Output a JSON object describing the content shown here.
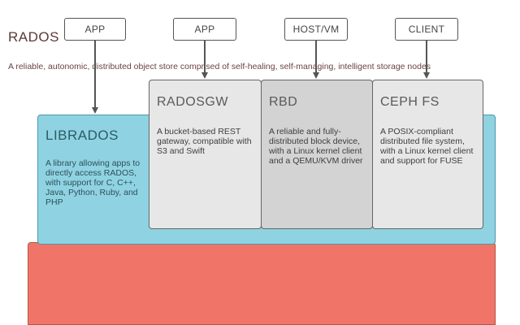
{
  "clients": {
    "app1": "APP",
    "app2": "APP",
    "host": "HOST/VM",
    "client": "CLIENT"
  },
  "librados": {
    "title": "LIBRADOS",
    "description": "A library allowing apps to directly access RADOS, with support for C, C++, Java, Python, Ruby, and PHP"
  },
  "services": {
    "radosgw": {
      "title": "RADOSGW",
      "description": "A bucket-based REST gateway, compatible with S3 and Swift"
    },
    "rbd": {
      "title": "RBD",
      "description": "A reliable and fully-distributed block device, with a Linux kernel client and a QEMU/KVM driver"
    },
    "cephfs": {
      "title": "CEPH FS",
      "description": "A POSIX-compliant distributed file system, with a Linux kernel client and support for FUSE"
    }
  },
  "rados": {
    "title": "RADOS",
    "description": "A reliable, autonomic, distributed object store comprised of self-healing, self-managing, intelligent storage nodes"
  },
  "colors": {
    "rados": "#f07568",
    "librados": "#8fd3e2",
    "service": "#e7e7e7",
    "service_alt": "#d3d3d3"
  }
}
